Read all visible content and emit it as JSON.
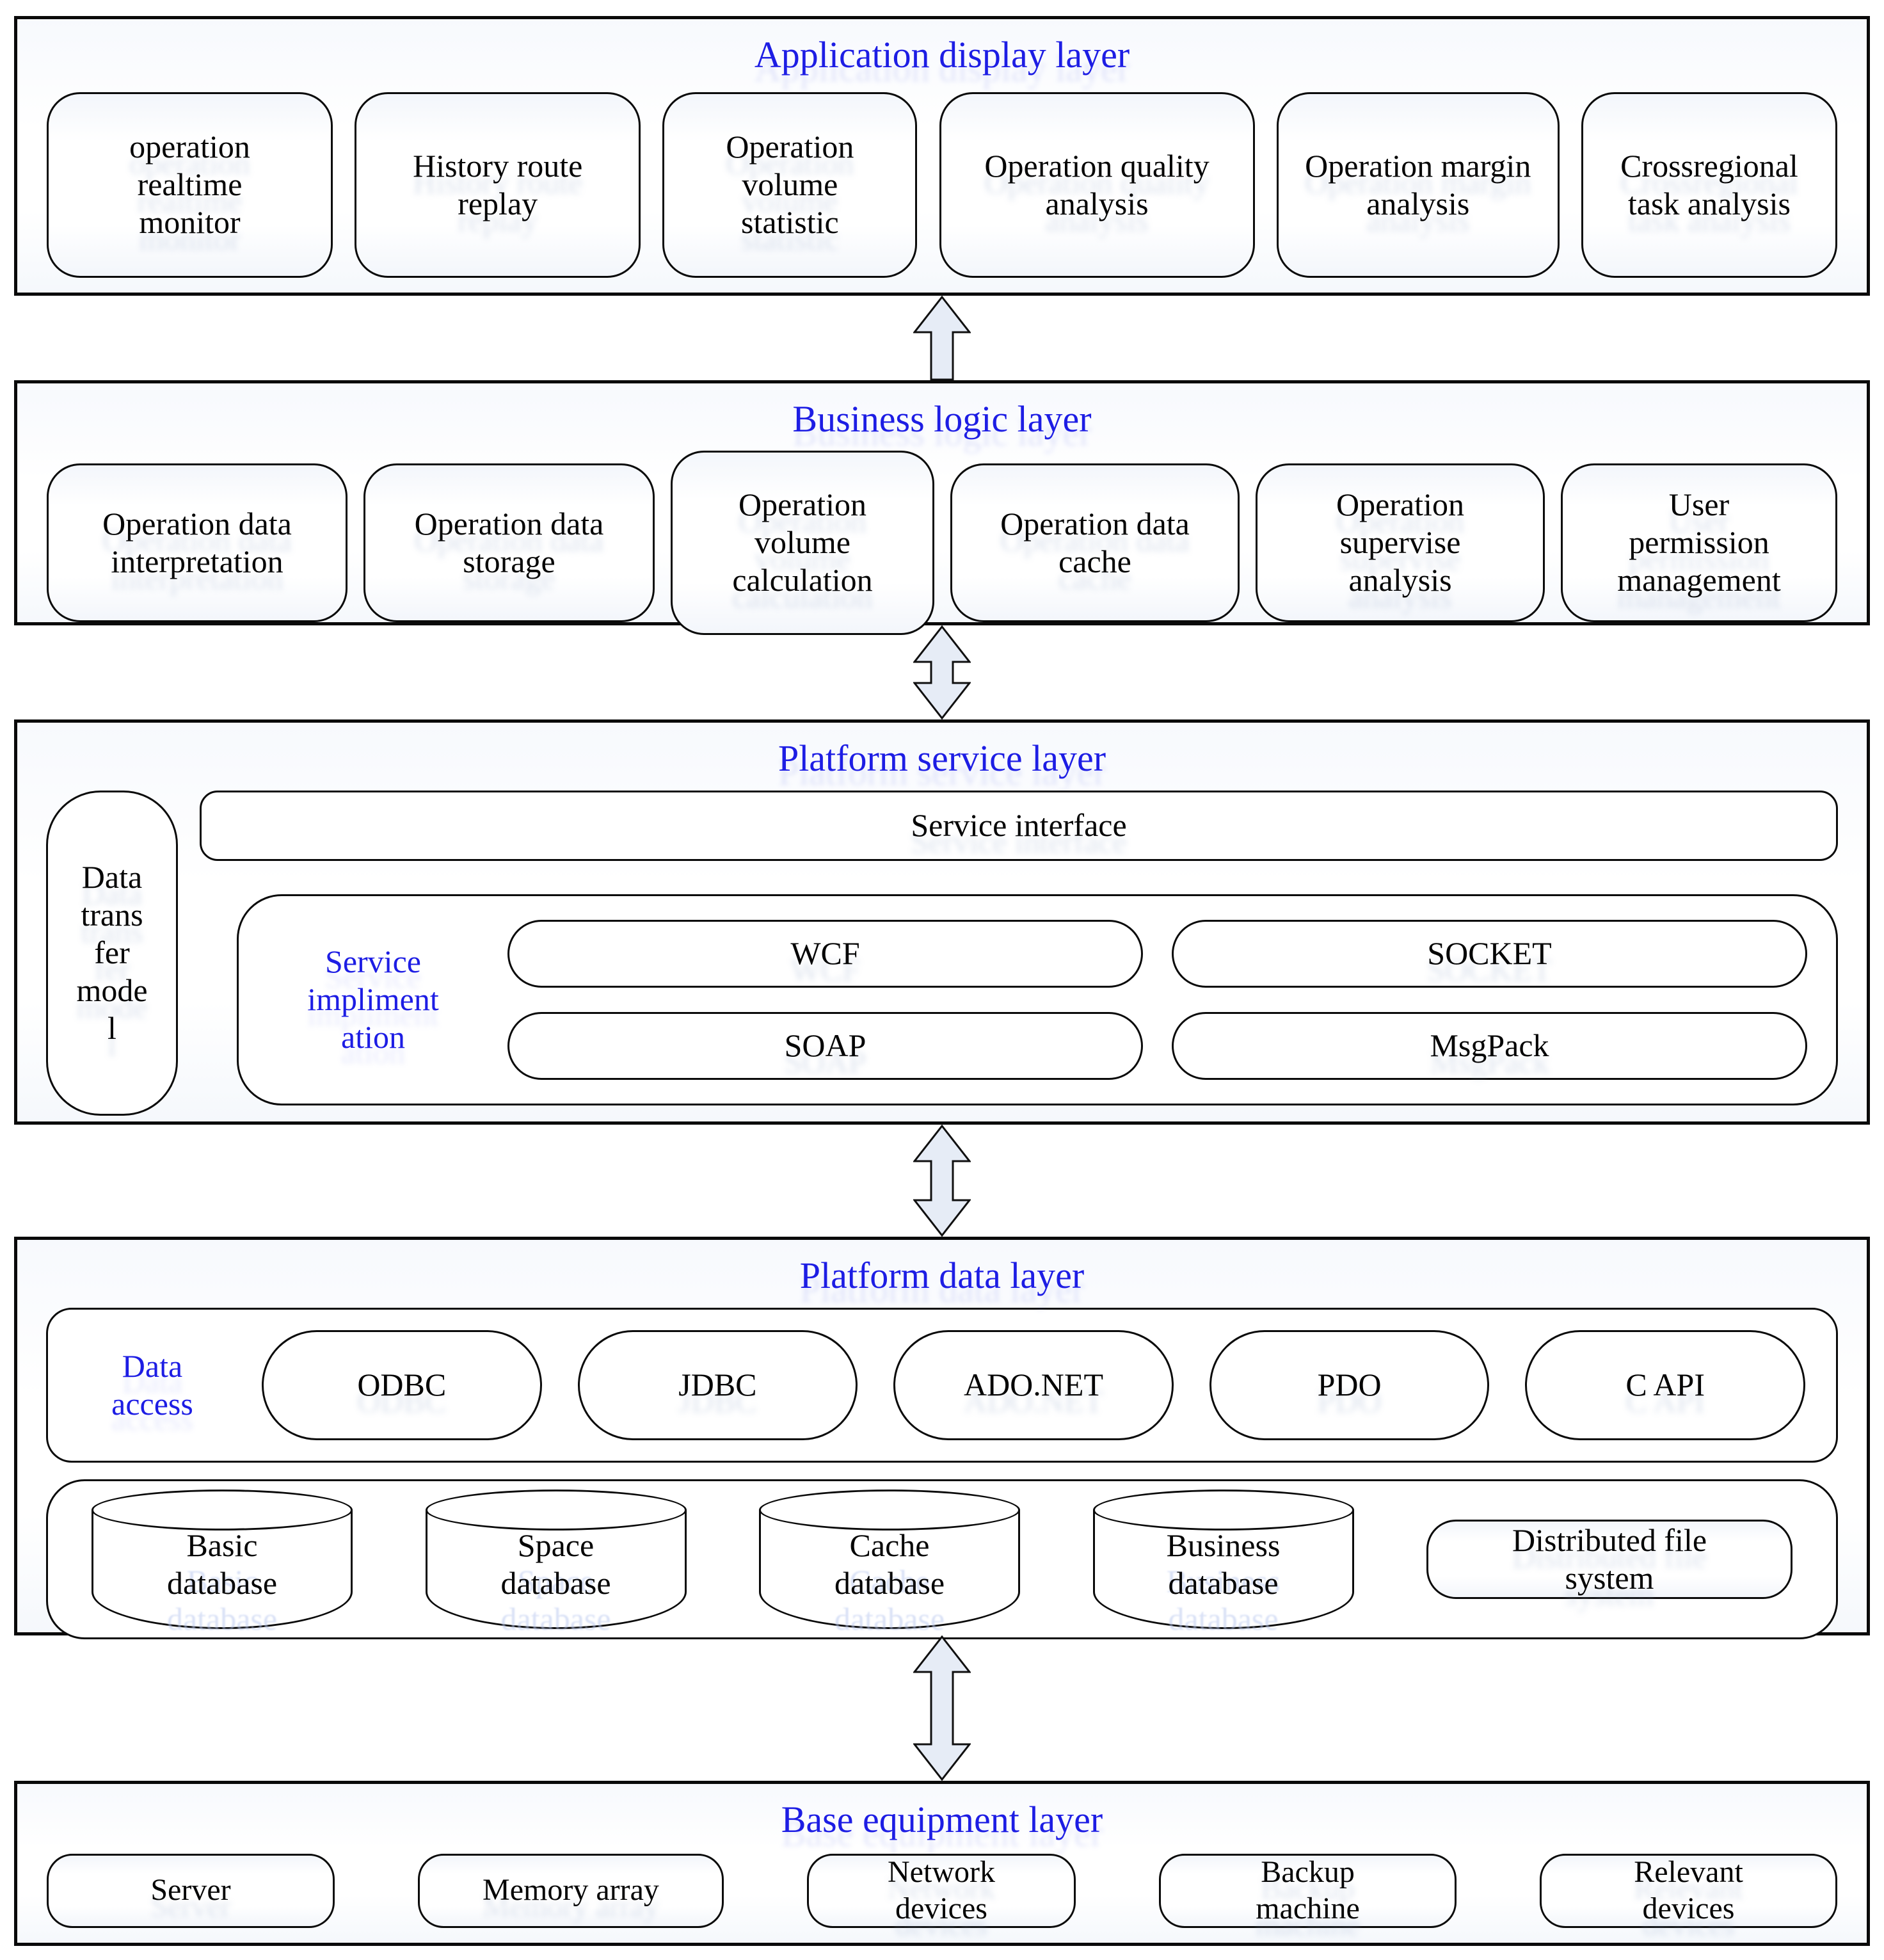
{
  "colors": {
    "title_blue": "#1d1de4",
    "arrow_fill": "#e6ecf6",
    "box_border": "#0a0a0a"
  },
  "app_layer": {
    "title": "Application display layer",
    "boxes": [
      "operation realtime monitor",
      "History route replay",
      "Operation volume statistic",
      "Operation quality analysis",
      "Operation margin analysis",
      "Crossregional task analysis"
    ]
  },
  "logic_layer": {
    "title": "Business logic layer",
    "boxes": [
      "Operation data interpretation",
      "Operation data storage",
      "Operation volume calculation",
      "Operation data cache",
      "Operation supervise analysis",
      "User permission management"
    ]
  },
  "service_layer": {
    "title": "Platform service layer",
    "data_transfer_lines": [
      "Data",
      "trans",
      "fer",
      "mode",
      "l"
    ],
    "service_interface": "Service interface",
    "impl_label_lines": [
      "Service",
      "impliment",
      "ation"
    ],
    "impl_items": {
      "wcf": "WCF",
      "socket": "SOCKET",
      "soap": "SOAP",
      "msgpack": "MsgPack"
    }
  },
  "data_layer": {
    "title": "Platform data layer",
    "access_label_lines": [
      "Data",
      "access"
    ],
    "access_items": [
      "ODBC",
      "JDBC",
      "ADO.NET",
      "PDO",
      "C API"
    ],
    "databases": [
      "Basic database",
      "Space database",
      "Cache database",
      "Business database"
    ],
    "file_system": "Distributed file system"
  },
  "equipment_layer": {
    "title": "Base equipment layer",
    "boxes": [
      "Server",
      "Memory array",
      "Network devices",
      "Backup machine",
      "Relevant devices"
    ]
  }
}
